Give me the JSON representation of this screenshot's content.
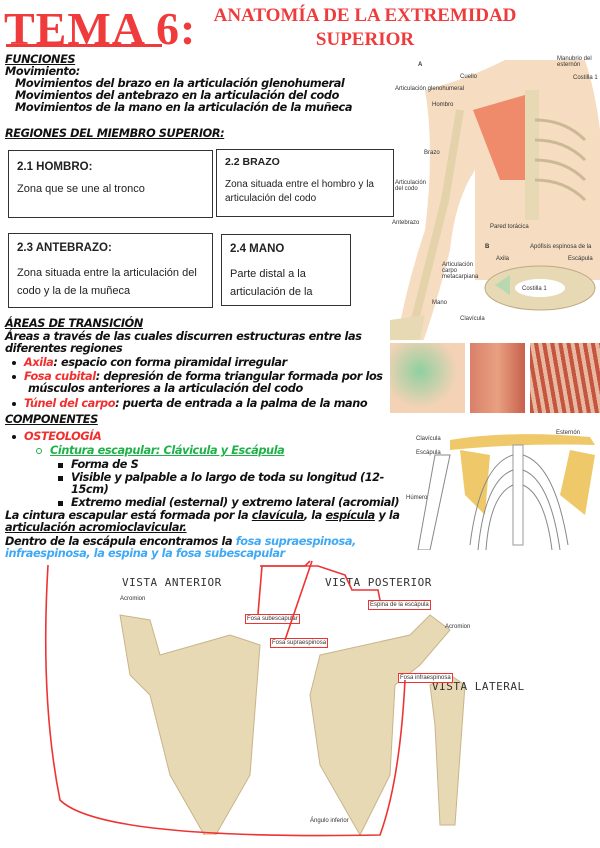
{
  "header": {
    "tema": "TEMA 6:",
    "title_line1": "ANATOMÍA DE LA EXTREMIDAD",
    "title_line2": "SUPERIOR"
  },
  "funciones": {
    "heading": "FUNCIONES",
    "sub": "Movimiento:",
    "items": [
      "Movimientos del brazo en la articulación glenohumeral",
      "Movimientos del antebrazo en la articulación del codo",
      "Movimientos de la mano en la articulación de la muñeca"
    ]
  },
  "regiones": {
    "heading": "REGIONES DEL MIEMBRO SUPERIOR:",
    "boxes": [
      {
        "title": "2.1 HOMBRO:",
        "text": "Zona que se une al tronco"
      },
      {
        "title": "2.2 BRAZO",
        "text": "Zona situada entre el hombro y la articulación del codo"
      },
      {
        "title": "2.3 ANTEBRAZO:",
        "text": "Zona situada entre la articulación del codo y la de la muñeca"
      },
      {
        "title": "2.4 MANO",
        "text": "Parte distal a la articulación de la"
      }
    ]
  },
  "areas": {
    "heading": "ÁREAS DE TRANSICIÓN",
    "intro": "Áreas a través de las cuales discurren estructuras entre las diferentes regiones",
    "items": [
      {
        "term": "Axila",
        "desc": ": espacio con forma piramidal irregular"
      },
      {
        "term": "Fosa cubital",
        "desc": ": depresión de forma triangular formada por los músculos anteriores a la articulación del codo"
      },
      {
        "term": "Túnel del carpo",
        "desc": ": puerta de entrada a la palma de la mano"
      }
    ]
  },
  "componentes": {
    "heading": "COMPONENTES",
    "osteologia": "OSTEOLOGÍA",
    "cintura": "Cintura escapular: Clávicula y Escápula",
    "bullets": [
      "Forma de S",
      "Visible y palpable a lo largo de toda su longitud (12-15cm)",
      "Extremo medial (esternal) y extremo lateral (acromial)"
    ],
    "p1_a": "La cintura escapular está formada por la ",
    "p1_clav": "clavícula",
    "p1_b": ", la ",
    "p1_esp": "espícula",
    "p1_c": " y la ",
    "p1_art": "articulación acromioclavicular.",
    "p2_a": "Dentro de la escápula encontramos la ",
    "p2_blue": "fosa supraespinosa, infraespinosa, la espina y la fosa subescapular"
  },
  "figures": {
    "arm": {
      "labels": [
        "A",
        "Cuello",
        "Manubrio del esternón",
        "Costilla 1",
        "Articulación glenohumeral",
        "Hombro",
        "Brazo",
        "Articulación del codo",
        "Antebrazo",
        "Pared torácica",
        "Articulación carpo metacarpiana",
        "Mano",
        "B",
        "Apófisis espinosa de la",
        "Axila",
        "Escápula",
        "Costilla 1",
        "Clavícula"
      ]
    },
    "thorax": {
      "labels": [
        "Clavícula",
        "Escápula",
        "Esternón",
        "Húmero"
      ]
    },
    "scapula": {
      "anterior": "VISTA ANTERIOR",
      "posterior": "VISTA POSTERIOR",
      "lateral": "VISTA LATERAL",
      "labels": [
        "Acromion",
        "Fosa subescapular",
        "Fosa supraespinosa",
        "Espina de la escápula",
        "Fosa infraespinosa",
        "Acromion",
        "Ángulo inferior"
      ]
    }
  },
  "colors": {
    "title_red": "#ef3b3b",
    "term_red": "#f0302f",
    "green": "#1fb14a",
    "blue": "#3fa9f5",
    "bone": "#e8d9b5"
  }
}
